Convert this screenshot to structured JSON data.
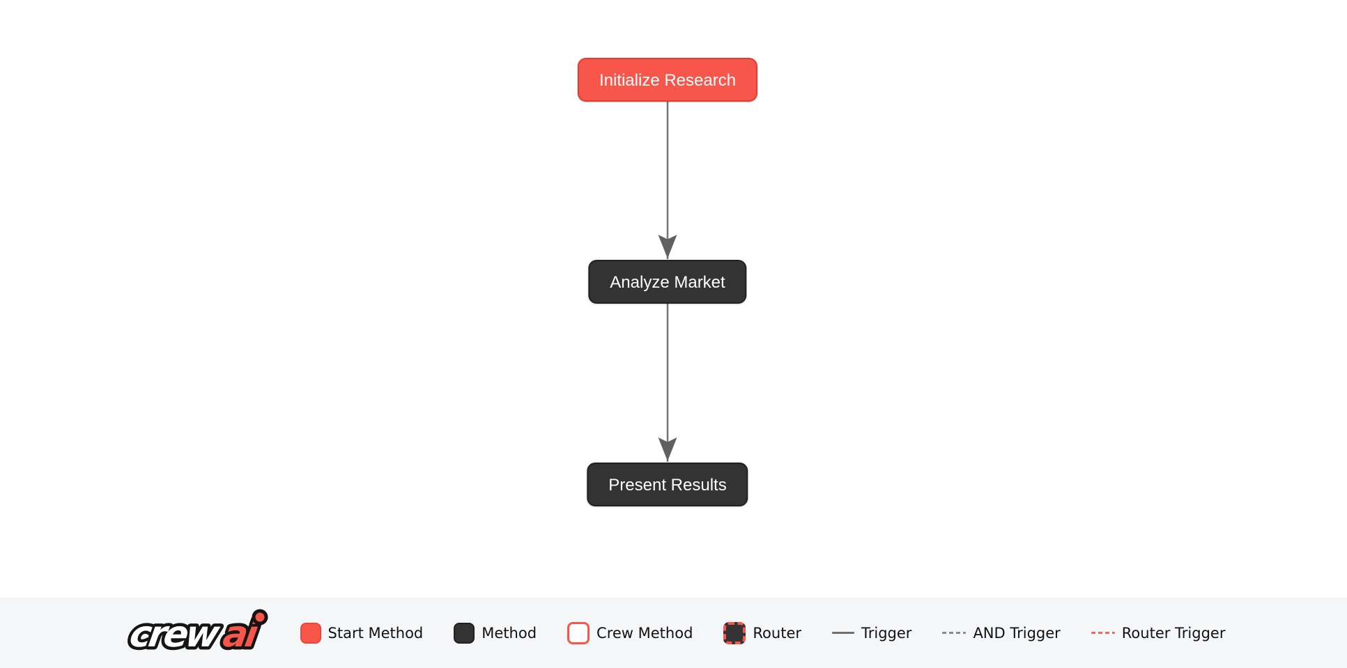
{
  "flow": {
    "nodes": [
      {
        "id": "initialize_research",
        "label": "Initialize Research",
        "type": "start-method"
      },
      {
        "id": "analyze_market",
        "label": "Analyze Market",
        "type": "method"
      },
      {
        "id": "present_results",
        "label": "Present Results",
        "type": "method"
      }
    ],
    "edges": [
      {
        "from": "Initialize Research",
        "to": "Analyze Market",
        "type": "trigger"
      },
      {
        "from": "Analyze Market",
        "to": "Present Results",
        "type": "trigger"
      }
    ]
  },
  "footer": {
    "logo": {
      "word_crew": "crew",
      "word_ai": "ai",
      "alt": "crewai"
    },
    "legend": [
      {
        "label": "Start Method",
        "swatch": "start-method-swatch"
      },
      {
        "label": "Method",
        "swatch": "method-swatch"
      },
      {
        "label": "Crew Method",
        "swatch": "crew-method-swatch"
      },
      {
        "label": "Router",
        "swatch": "router-swatch"
      },
      {
        "label": "Trigger",
        "swatch": "trigger-line"
      },
      {
        "label": "AND Trigger",
        "swatch": "and-trigger-line"
      },
      {
        "label": "Router Trigger",
        "swatch": "router-trigger-line"
      }
    ]
  },
  "colors": {
    "start_method_fill": "#f8554b",
    "start_method_border": "#e23b30",
    "method_fill": "#333333",
    "edge_gray": "#757575",
    "arrowhead_gray": "#606060",
    "footer_bg": "#f5f6f8",
    "router_trigger_red": "#f0695f",
    "canvas_bg": "#ffffff"
  }
}
